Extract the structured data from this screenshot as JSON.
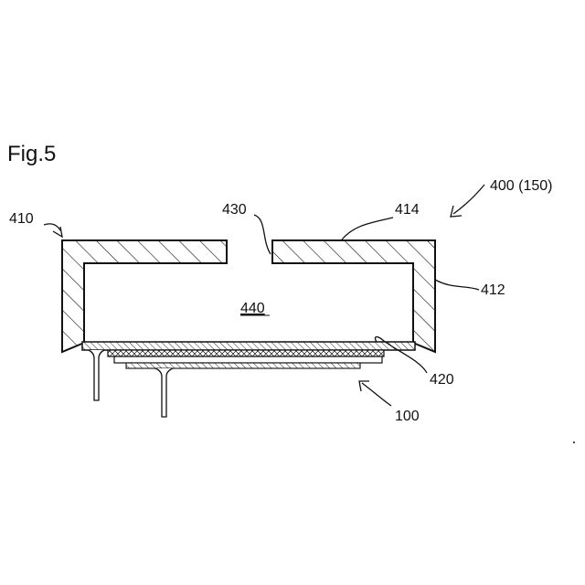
{
  "figure": {
    "label": "Fig.5"
  },
  "refs": {
    "r400": "400 (150)",
    "r410": "410",
    "r412": "412",
    "r414": "414",
    "r420": "420",
    "r430": "430",
    "r440": "440",
    "r100": "100"
  },
  "colors": {
    "line": "#111111",
    "background": "#ffffff"
  }
}
